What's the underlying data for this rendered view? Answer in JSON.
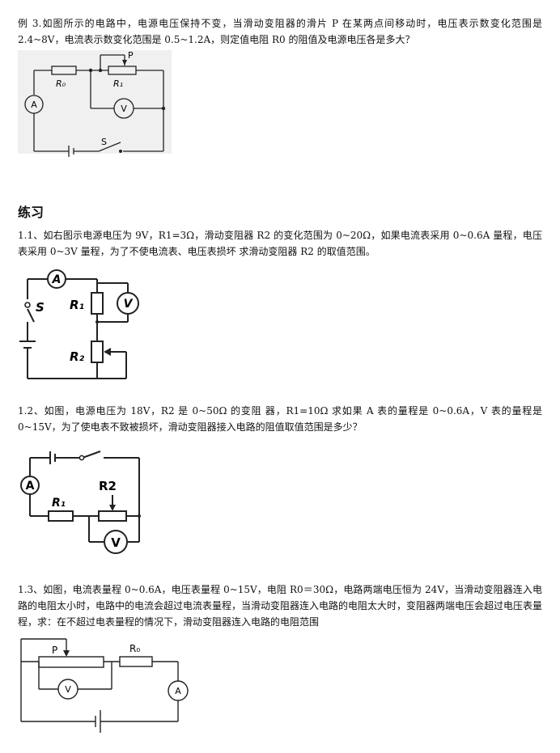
{
  "example3": {
    "text": "例 3.如图所示的电路中，电源电压保持不变，当滑动变阻器的滑片 P 在某两点间移动时，电压表示数变化范围是 2.4~8V，电流表示数变化范围是 0.5~1.2A，则定值电阻 R0 的阻值及电源电压各是多大？",
    "labels": {
      "p": "P",
      "r0": "R₀",
      "r1": "R₁",
      "a": "A",
      "v": "V",
      "s": "S"
    }
  },
  "practice_heading": "练习",
  "q1_1": {
    "text": "1.1、如右图示电源电压为 9V，R1=3Ω，滑动变阻器 R2 的变化范围为 0~20Ω，如果电流表采用 0~0.6A 量程，电压表采用 0~3V 量程，为了不使电流表、电压表损坏 求滑动变阻器 R2 的取值范围。",
    "labels": {
      "a": "A",
      "v": "V",
      "s": "S",
      "r1": "R₁",
      "r2": "R₂"
    }
  },
  "q1_2": {
    "text": "1.2、如图，电源电压为 18V，R2 是 0~50Ω 的变阻 器，R1=10Ω 求如果 A 表的量程是 0~0.6A，V 表的量程是 0~15V，为了使电表不致被损坏，滑动变阻器接入电路的阻值取值范围是多少？",
    "labels": {
      "a": "A",
      "v": "V",
      "r1": "R₁",
      "r2": "R2"
    }
  },
  "q1_3": {
    "text": "1.3、如图，电流表量程 0~0.6A，电压表量程 0~15V，电阻 R0＝30Ω，电路两端电压恒为 24V，当滑动变阻器连入电路的电阻太小时，电路中的电流会超过电流表量程，当滑动变阻器连入电路的电阻太大时，变阻器两端电压会超过电压表量程，求：在不超过电表量程的情况下，滑动变阻器连入电路的电阻范围",
    "labels": {
      "p": "P",
      "r0": "R₀",
      "v": "V",
      "a": "A"
    }
  }
}
